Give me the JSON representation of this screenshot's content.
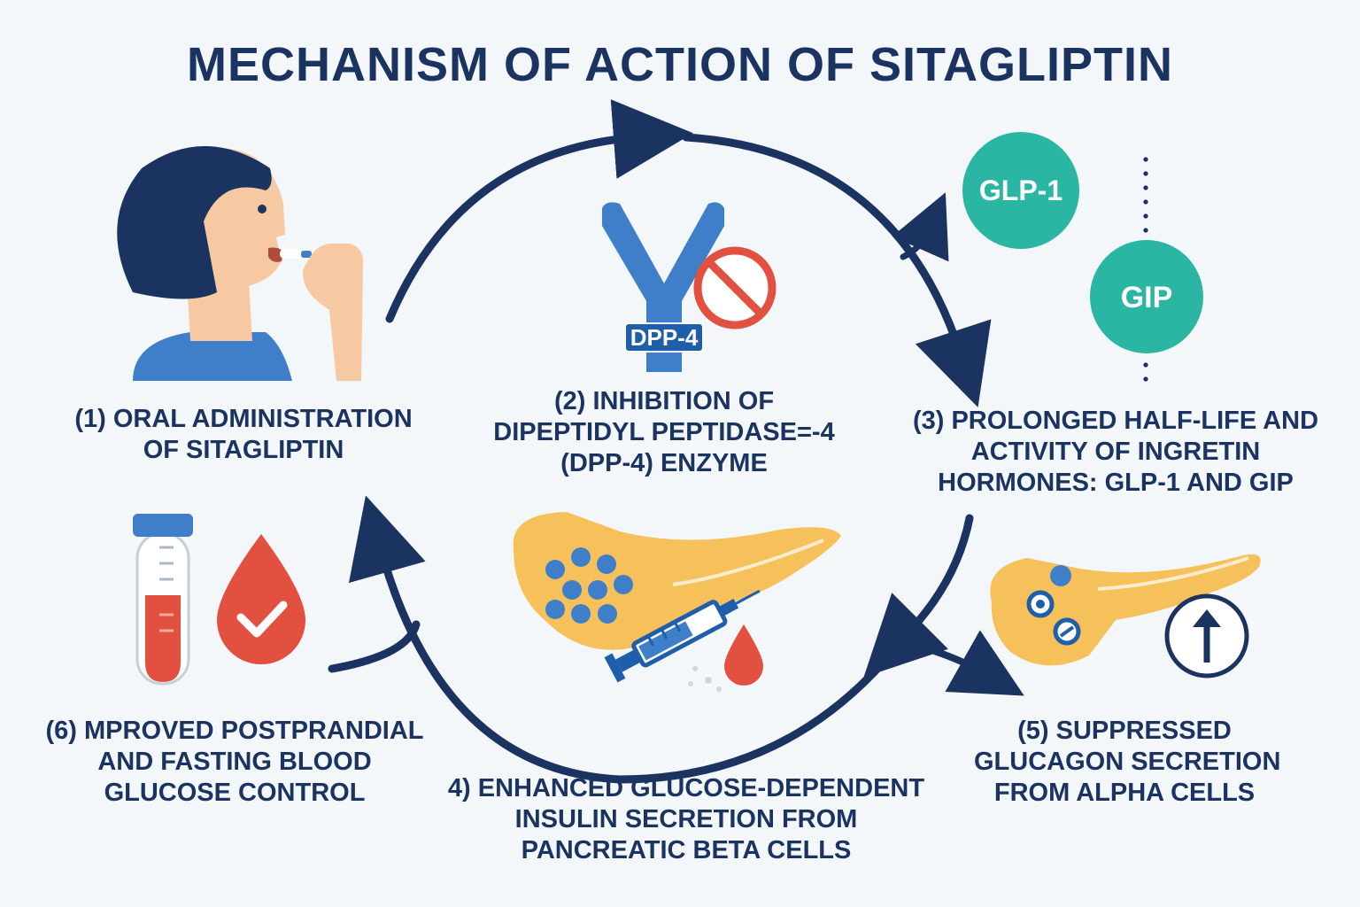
{
  "title": "MECHANISM OF ACTION OF SITAGLIPTIN",
  "steps": {
    "s1": [
      "(1) ORAL ADMINISTRATION",
      "OF SITAGLIPTIN"
    ],
    "s2": [
      "(2) INHIBITION OF",
      "DIPEPTIDYL PEPTIDASE=-4",
      "(DPP-4) ENZYME"
    ],
    "s3": [
      "(3) PROLONGED HALF-LIFE AND",
      "ACTIVITY OF INGRETIN",
      "HORMONES: GLP-1 AND GIP"
    ],
    "s4": [
      "4) ENHANCED GLUCOSE-DEPENDENT",
      "INSULIN SECRETION FROM",
      "PANCREATIC BETA CELLS"
    ],
    "s5": [
      "(5) SUPPRESSED",
      "GLUCAGON SECRETION",
      "FROM ALPHA CELLS"
    ],
    "s6": [
      "(6) MPROVED POSTPRANDIAL",
      "AND FASTING BLOOD",
      "GLUCOSE CONTROL"
    ]
  },
  "labels": {
    "enzyme": "DPP-4",
    "hormone1": "GLP-1",
    "hormone2": "GIP"
  },
  "icons": {
    "person": "person-taking-pill-icon",
    "enzyme": "dpp4-enzyme-icon",
    "prohibition": "prohibition-icon",
    "pancreas": "pancreas-icon",
    "syringe": "insulin-syringe-icon",
    "drop": "blood-drop-icon",
    "test_tube": "blood-test-tube-icon",
    "check_drop": "blood-drop-check-icon",
    "up_arrow": "increase-arrow-icon"
  },
  "colors": {
    "navy": "#1a3361",
    "blue": "#3f7fc9",
    "teal": "#2bb5a3",
    "red": "#e2513f",
    "yellow": "#f6c05a",
    "skin": "#f7c9a3",
    "background": "#f3f7fa"
  }
}
